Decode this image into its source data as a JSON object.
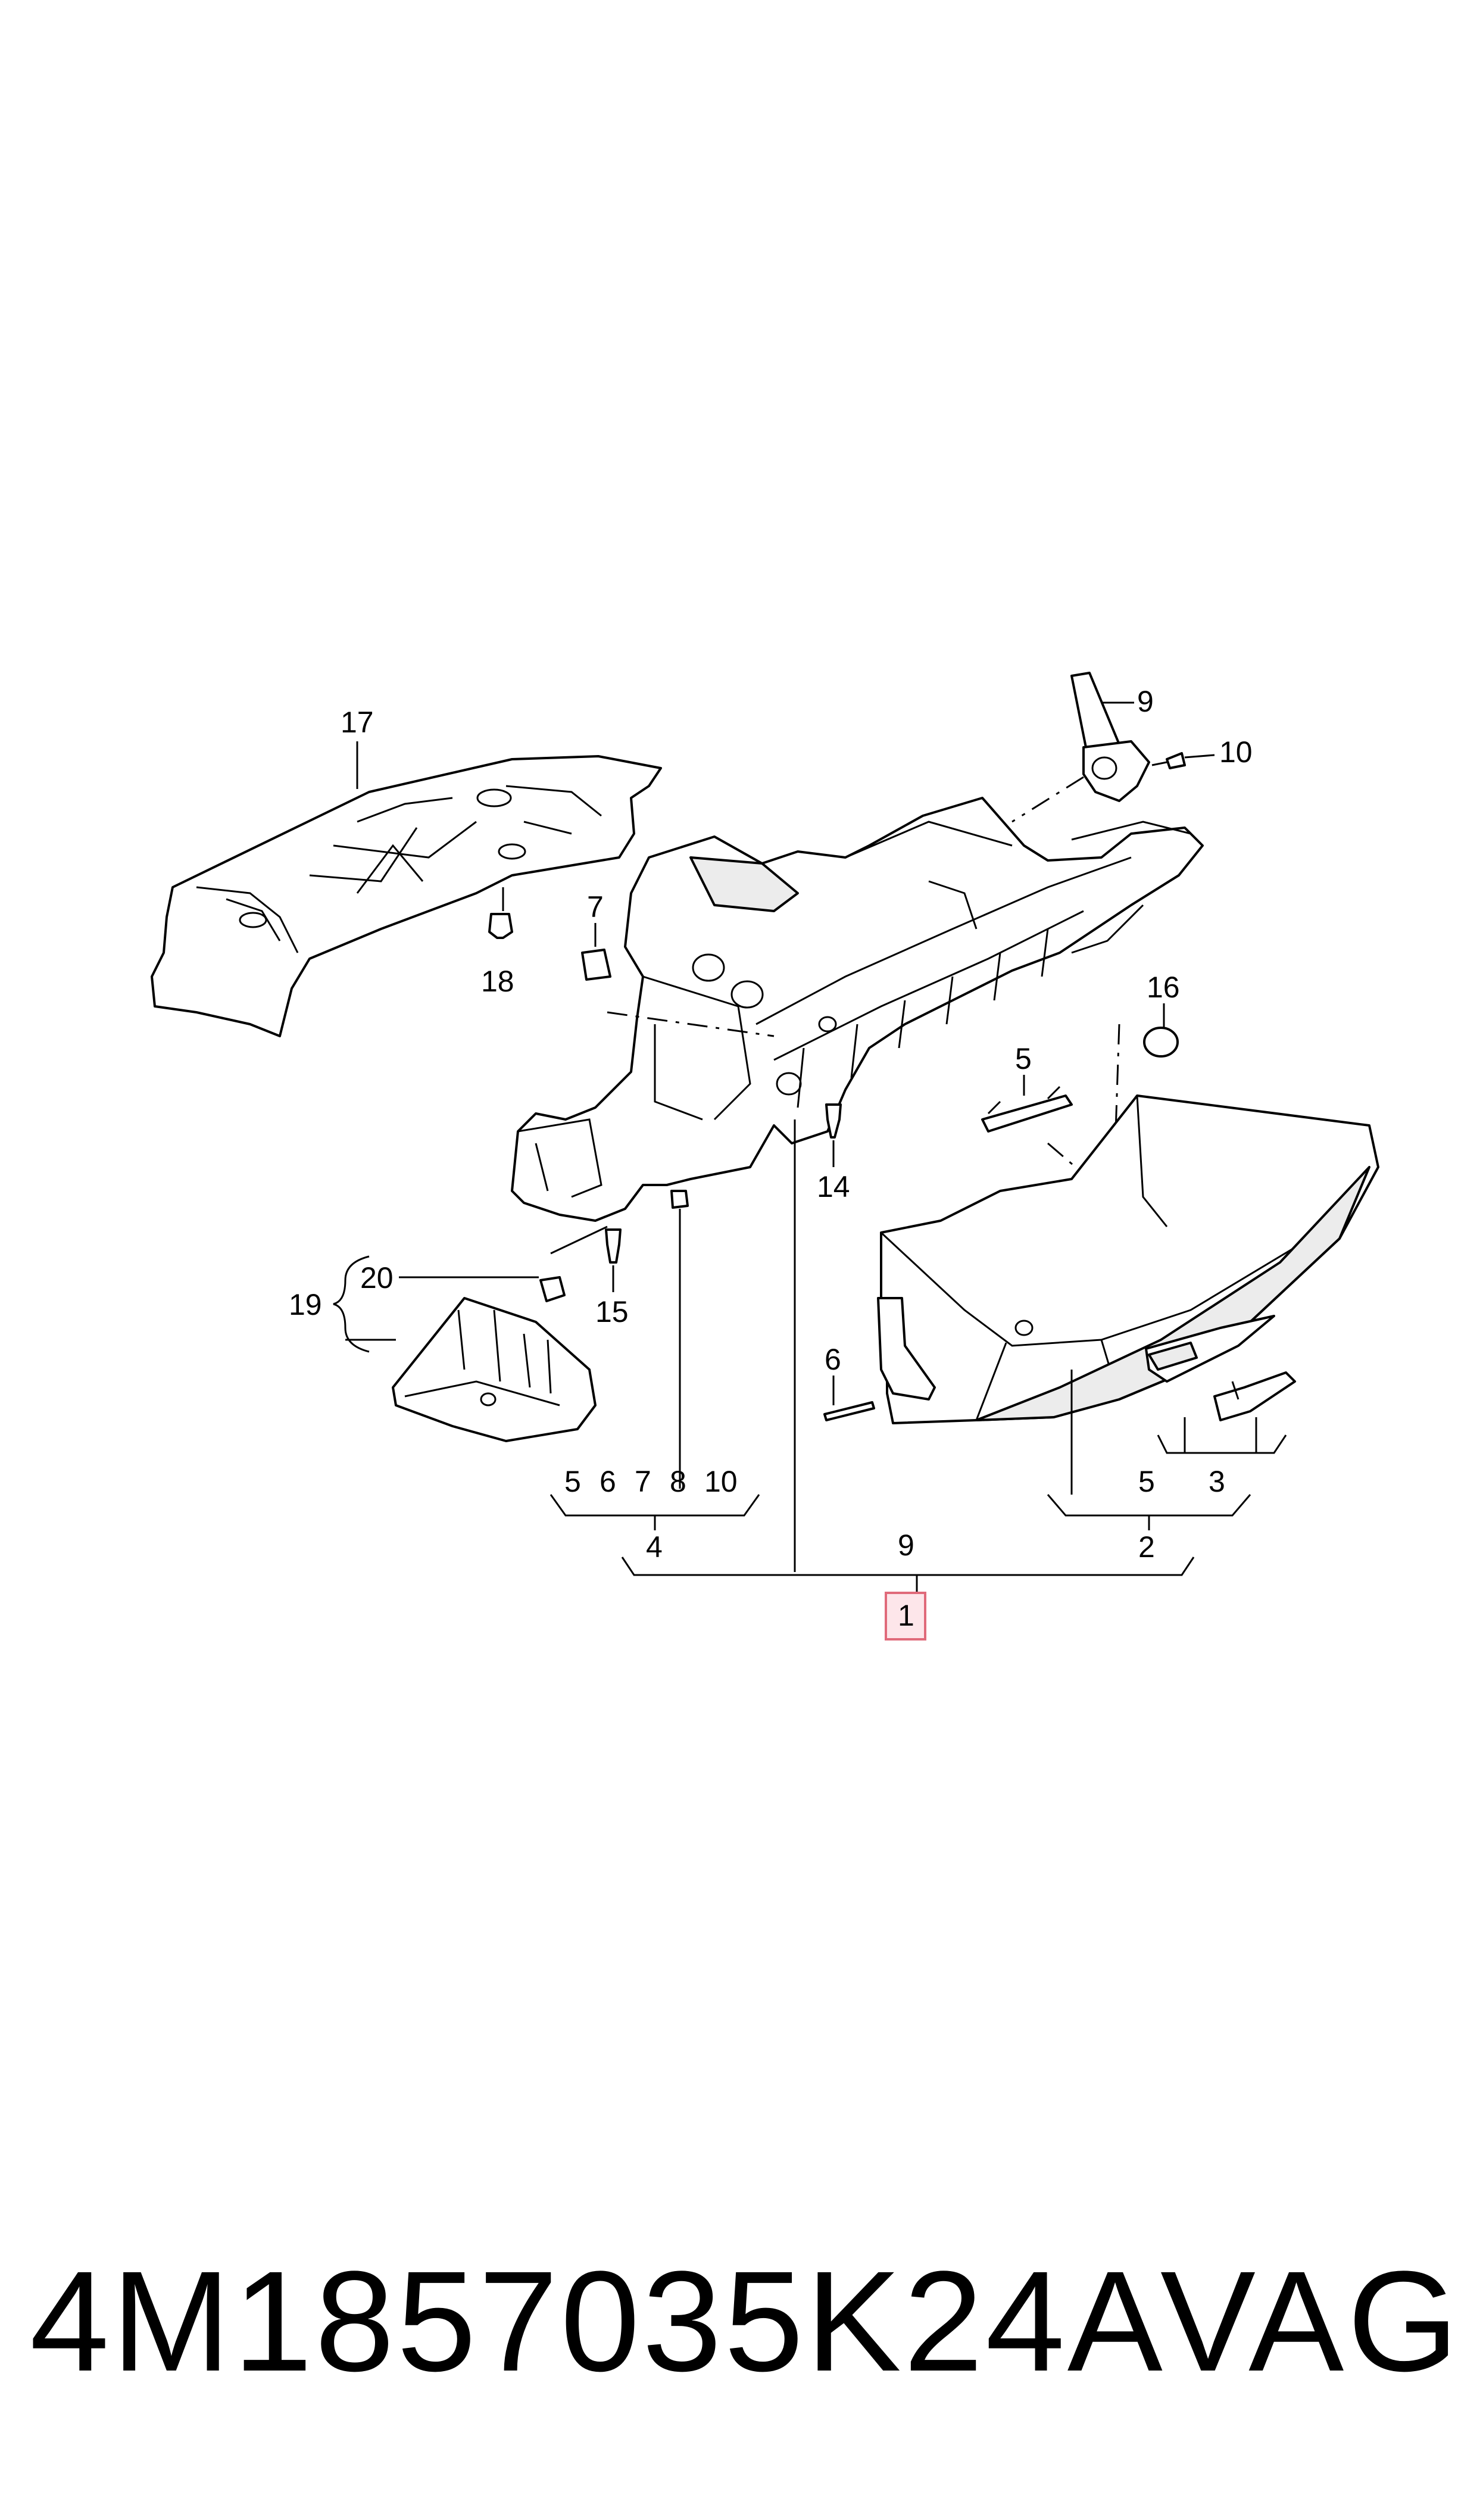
{
  "callouts": {
    "c1": "1",
    "c2": "2",
    "c3": "3",
    "c4": "4",
    "c5a": "5",
    "c5b": "5",
    "c5c": "5",
    "c6a": "6",
    "c6b": "6",
    "c7a": "7",
    "c7b": "7",
    "c8": "8",
    "c9a": "9",
    "c9b": "9",
    "c10a": "10",
    "c10b": "10",
    "c14": "14",
    "c15": "15",
    "c16": "16",
    "c17": "17",
    "c18": "18",
    "c19": "19",
    "c20": "20"
  },
  "caption": {
    "part_number": "4M1857035K24A",
    "brand": "VAG"
  },
  "colors": {
    "line": "#000000",
    "highlight_fill": "#fde6ea",
    "highlight_border": "#e06a7a"
  }
}
